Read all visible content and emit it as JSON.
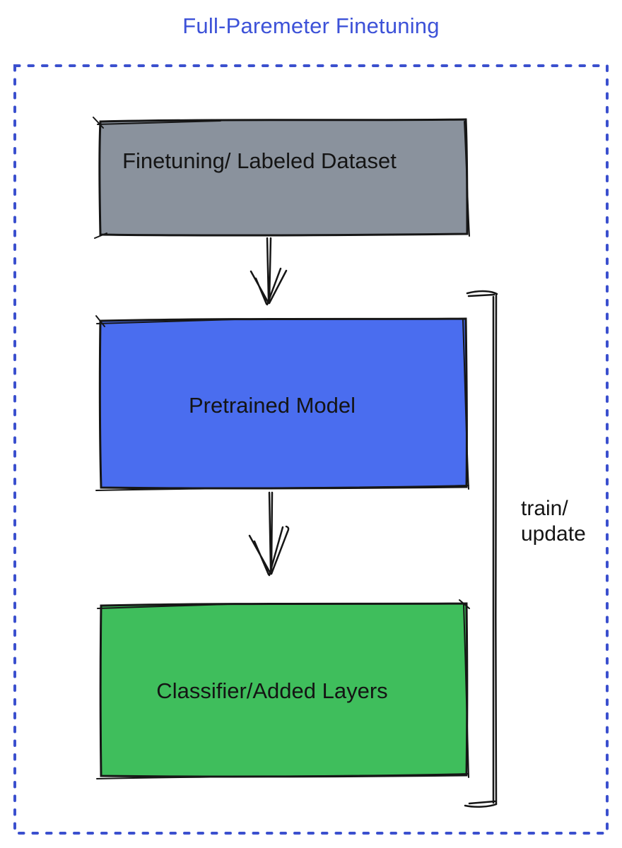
{
  "title": {
    "text": "Full-Paremeter Finetuning",
    "color": "#3D52D8"
  },
  "frame": {
    "border_color": "#3B50CE",
    "style": "dotted"
  },
  "boxes": [
    {
      "name": "finetuning-dataset",
      "label": "Finetuning/ Labeled Dataset",
      "fill": "#8A929D"
    },
    {
      "name": "pretrained-model",
      "label": "Pretrained Model",
      "fill": "#4A6DEF"
    },
    {
      "name": "classifier-added-layers",
      "label": "Classifier/Added Layers",
      "fill": "#3FBE5C"
    }
  ],
  "connections": [
    {
      "type": "arrow",
      "from": "finetuning-dataset",
      "to": "pretrained-model"
    },
    {
      "type": "arrow",
      "from": "pretrained-model",
      "to": "classifier-added-layers"
    },
    {
      "type": "bracket",
      "spans": [
        "pretrained-model",
        "classifier-added-layers"
      ],
      "label": "train/\nupdate"
    }
  ],
  "annotation": {
    "text": "train/\nupdate",
    "color": "#141414"
  },
  "stroke_color": "#161616"
}
